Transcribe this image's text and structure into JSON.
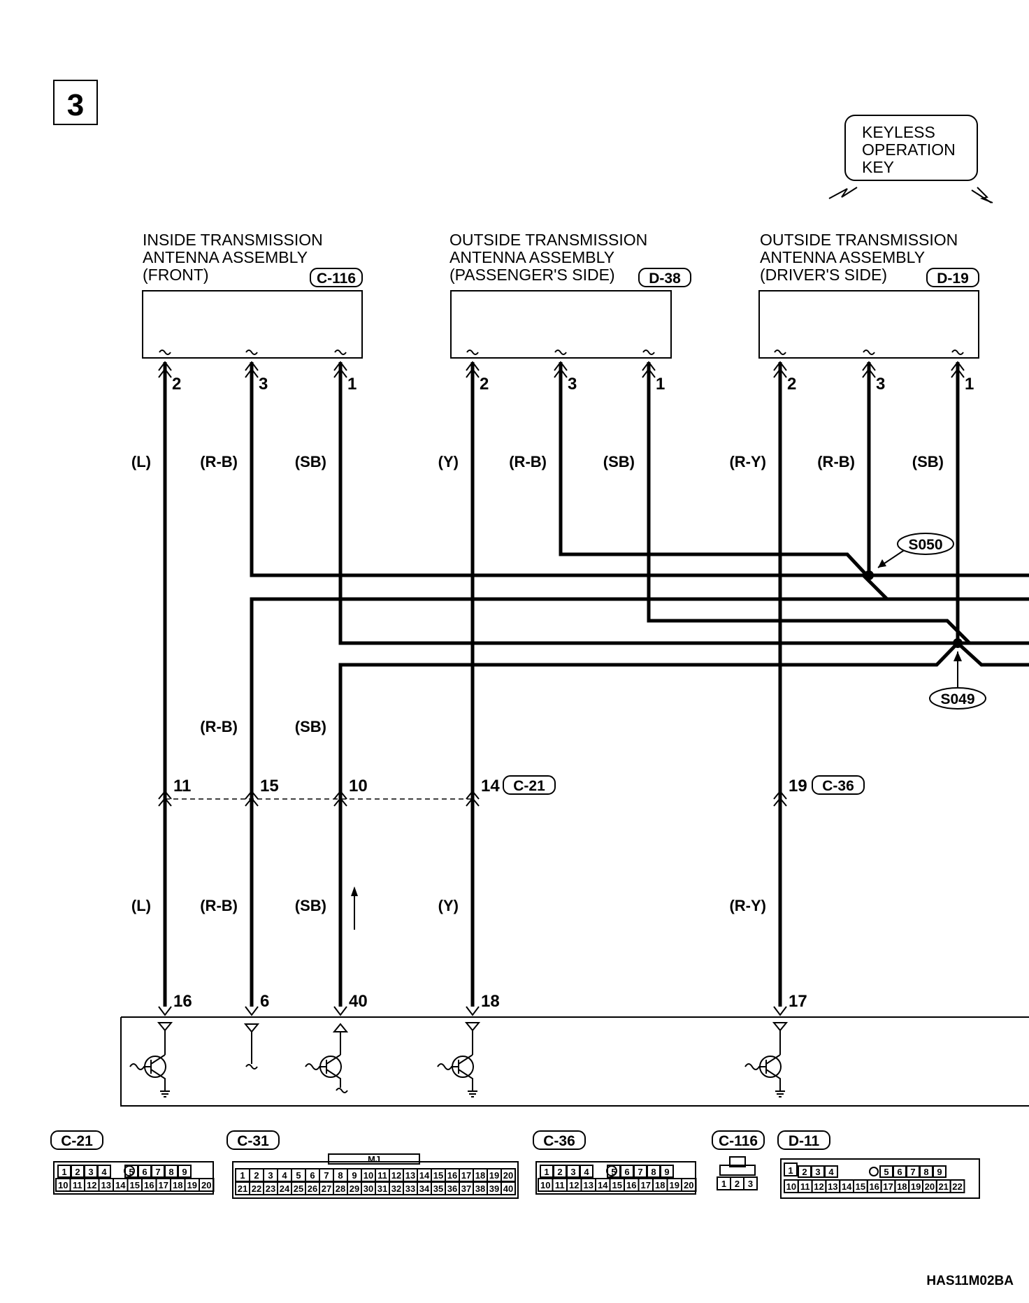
{
  "step_number": "3",
  "keyless_key": {
    "label_lines": [
      "KEYLESS",
      "OPERATION",
      "KEY"
    ]
  },
  "components": [
    {
      "title_lines": [
        "INSIDE TRANSMISSION",
        "ANTENNA ASSEMBLY",
        "(FRONT)"
      ],
      "connector": "C-116"
    },
    {
      "title_lines": [
        "OUTSIDE TRANSMISSION",
        "ANTENNA ASSEMBLY",
        "(PASSENGER'S SIDE)"
      ],
      "connector": "D-38"
    },
    {
      "title_lines": [
        "OUTSIDE TRANSMISSION",
        "ANTENNA ASSEMBLY",
        "(DRIVER'S SIDE)"
      ],
      "connector": "D-19"
    }
  ],
  "antenna_pins": [
    "2",
    "3",
    "1",
    "2",
    "3",
    "1",
    "2",
    "3",
    "1"
  ],
  "upper_wire_colors": [
    "(L)",
    "(R-B)",
    "(SB)",
    "(Y)",
    "(R-B)",
    "(SB)",
    "(R-Y)",
    "(R-B)",
    "(SB)"
  ],
  "splices": [
    "S050",
    "S049"
  ],
  "mid_wire_colors": [
    "(R-B)",
    "(SB)"
  ],
  "intermediate_pins": [
    "11",
    "15",
    "10",
    "14",
    "19"
  ],
  "intermediate_connectors": [
    "C-21",
    "C-36"
  ],
  "lower_wire_colors": [
    "(L)",
    "(R-B)",
    "(SB)",
    "(Y)",
    "(R-Y)"
  ],
  "ecu_pins": [
    "16",
    "6",
    "40",
    "18",
    "17"
  ],
  "connector_views": [
    {
      "label": "C-21",
      "row1": [
        "1",
        "2",
        "3",
        "4",
        "5",
        "6",
        "7",
        "8",
        "9"
      ],
      "row2": [
        "10",
        "11",
        "12",
        "13",
        "14",
        "15",
        "16",
        "17",
        "18",
        "19",
        "20"
      ]
    },
    {
      "label": "C-31",
      "tab": "MJ",
      "row1": [
        "1",
        "2",
        "3",
        "4",
        "5",
        "6",
        "7",
        "8",
        "9",
        "10",
        "11",
        "12",
        "13",
        "14",
        "15",
        "16",
        "17",
        "18",
        "19",
        "20"
      ],
      "row2": [
        "21",
        "22",
        "23",
        "24",
        "25",
        "26",
        "27",
        "28",
        "29",
        "30",
        "31",
        "32",
        "33",
        "34",
        "35",
        "36",
        "37",
        "38",
        "39",
        "40"
      ]
    },
    {
      "label": "C-36",
      "row1": [
        "1",
        "2",
        "3",
        "4",
        "5",
        "6",
        "7",
        "8",
        "9"
      ],
      "row2": [
        "10",
        "11",
        "12",
        "13",
        "14",
        "15",
        "16",
        "17",
        "18",
        "19",
        "20"
      ]
    },
    {
      "label": "C-116",
      "row1": [
        "1",
        "2",
        "3"
      ]
    },
    {
      "label": "D-11",
      "row1": [
        "1",
        "2",
        "3",
        "4",
        "5",
        "6",
        "7",
        "8",
        "9"
      ],
      "row2": [
        "10",
        "11",
        "12",
        "13",
        "14",
        "15",
        "16",
        "17",
        "18",
        "19",
        "20",
        "21",
        "22"
      ]
    }
  ],
  "drawing_code": "HAS11M02BA",
  "colors": {
    "line": "#000000",
    "background": "#ffffff"
  }
}
